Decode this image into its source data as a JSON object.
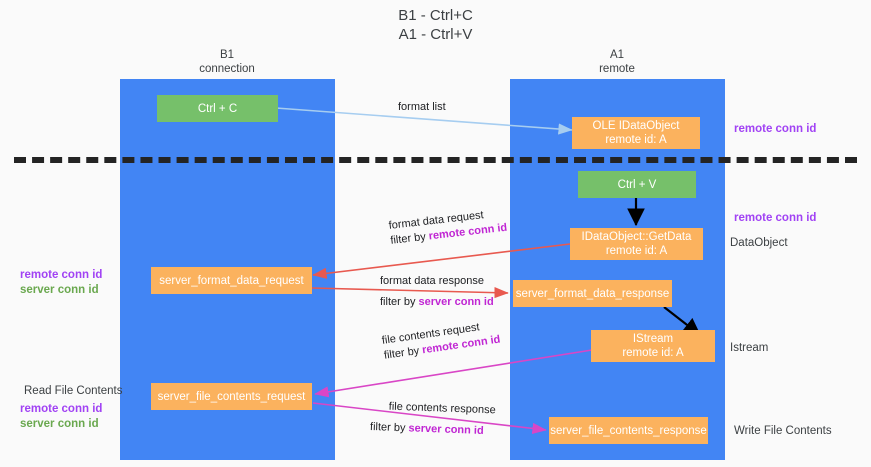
{
  "title": {
    "line1": "B1 - Ctrl+C",
    "line2": "A1 - Ctrl+V"
  },
  "columns": [
    {
      "name": "B1",
      "sub": "connection"
    },
    {
      "name": "A1",
      "sub": "remote"
    }
  ],
  "nodes": [
    {
      "id": "ctrl-c",
      "line1": "Ctrl + C",
      "line2": ""
    },
    {
      "id": "ole-idataobject",
      "line1": "OLE IDataObject",
      "line2": "remote id: A"
    },
    {
      "id": "ctrl-v",
      "line1": "Ctrl + V",
      "line2": ""
    },
    {
      "id": "idataobject-getdata",
      "line1": "IDataObject::GetData",
      "line2": "remote id: A"
    },
    {
      "id": "server-format-data-request",
      "line1": "server_format_data_request",
      "line2": ""
    },
    {
      "id": "server-format-data-response",
      "line1": "server_format_data_response",
      "line2": ""
    },
    {
      "id": "istream",
      "line1": "IStream",
      "line2": "remote id: A"
    },
    {
      "id": "server-file-contents-request",
      "line1": "server_file_contents_request",
      "line2": ""
    },
    {
      "id": "server-file-contents-response",
      "line1": "server_file_contents_response",
      "line2": ""
    }
  ],
  "edge_labels": [
    {
      "id": "format-list",
      "line1": "format list",
      "line2": "",
      "filter_prefix": "",
      "filter_key": ""
    },
    {
      "id": "format-data-request",
      "line1": "format data request",
      "filter_prefix": "filter by ",
      "filter_key": "remote conn id"
    },
    {
      "id": "format-data-response",
      "line1": "format data response",
      "filter_prefix": "filter by ",
      "filter_key": "server conn id"
    },
    {
      "id": "file-contents-request",
      "line1": "file contents request",
      "filter_prefix": "filter by ",
      "filter_key": "remote conn id"
    },
    {
      "id": "file-contents-response",
      "line1": "file contents response",
      "filter_prefix": "filter by ",
      "filter_key": "server conn id"
    }
  ],
  "right_labels": [
    {
      "id": "right-remote-conn-id-top",
      "text": "remote conn id",
      "style": "remote"
    },
    {
      "id": "right-remote-conn-id-mid",
      "text": "remote conn id",
      "style": "remote"
    },
    {
      "id": "right-dataobject",
      "text": "DataObject",
      "style": "plain"
    },
    {
      "id": "right-istream",
      "text": "Istream",
      "style": "plain"
    },
    {
      "id": "right-write-file",
      "text": "Write File Contents",
      "style": "plain"
    }
  ],
  "left_labels": [
    {
      "id": "left-remote-conn-id-mid",
      "text": "remote conn id",
      "style": "remote"
    },
    {
      "id": "left-server-conn-id-mid",
      "text": "server conn id",
      "style": "server"
    },
    {
      "id": "left-read-file",
      "text": "Read File Contents",
      "style": "plain"
    },
    {
      "id": "left-remote-conn-id-bot",
      "text": "remote conn id",
      "style": "remote"
    },
    {
      "id": "left-server-conn-id-bot",
      "text": "server conn id",
      "style": "server"
    }
  ],
  "colors": {
    "lane": "#4285f4",
    "green_box": "#76c06a",
    "orange_box": "#fbb25e",
    "divider": "#242424",
    "arrow_blue": "#a6cdf0",
    "arrow_black": "#000000",
    "arrow_red": "#e8594f",
    "arrow_magenta": "#d946c6",
    "remote_conn_id": "#a142f4",
    "server_conn_id": "#6aa84f",
    "filter_key": "#c026d3",
    "text": "#3c4043"
  }
}
